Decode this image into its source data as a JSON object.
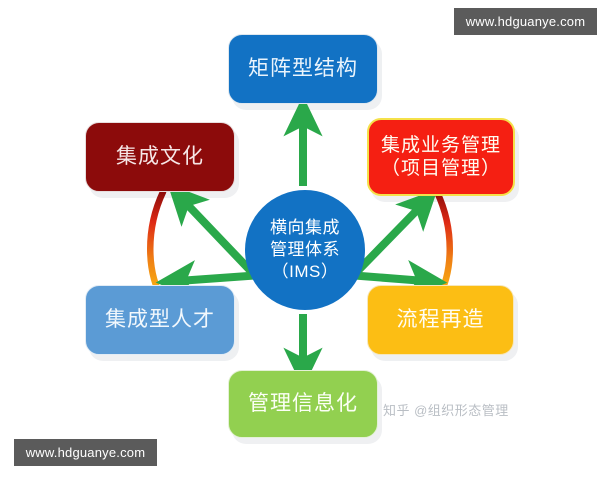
{
  "diagram": {
    "title": "横向集成管理体系（IMS）",
    "center": {
      "name": "center-hub",
      "label": "横向集成\n管理体系\n（IMS）",
      "color": "#1272c4",
      "text_color": "#ffffff"
    },
    "nodes": [
      {
        "id": "matrix",
        "label": "矩阵型结构",
        "position": "top",
        "color": "#1272c4",
        "text_color": "#eaf4fc"
      },
      {
        "id": "business",
        "label": "集成业务管理\n（项目管理）",
        "position": "top-right",
        "color": "#f51f12",
        "text_color": "#fffdf2"
      },
      {
        "id": "process",
        "label": "流程再造",
        "position": "bottom-right",
        "color": "#fcbe14",
        "text_color": "#fffdf3"
      },
      {
        "id": "info",
        "label": "管理信息化",
        "position": "bottom",
        "color": "#92d050",
        "text_color": "#fbfff5"
      },
      {
        "id": "talent",
        "label": "集成型人才",
        "position": "bottom-left",
        "color": "#5b9bd5",
        "text_color": "#f2f8fd"
      },
      {
        "id": "culture",
        "label": "集成文化",
        "position": "top-left",
        "color": "#8c0b0b",
        "text_color": "#f6e7e7"
      }
    ],
    "arrows": {
      "color": "#2aa84a",
      "direction": "center-to-nodes",
      "count": 6
    },
    "arcs": {
      "side": "left-and-right",
      "gradient_from": "#9e0b0b",
      "gradient_to": "#fcbe14",
      "count": 2
    }
  },
  "watermarks": {
    "top": "www.hdguanye.com",
    "bottom": "www.hdguanye.com",
    "background": "#5b5b5b"
  },
  "attribution": {
    "text": "知乎 @组织形态管理",
    "color": "#b9bec4"
  }
}
